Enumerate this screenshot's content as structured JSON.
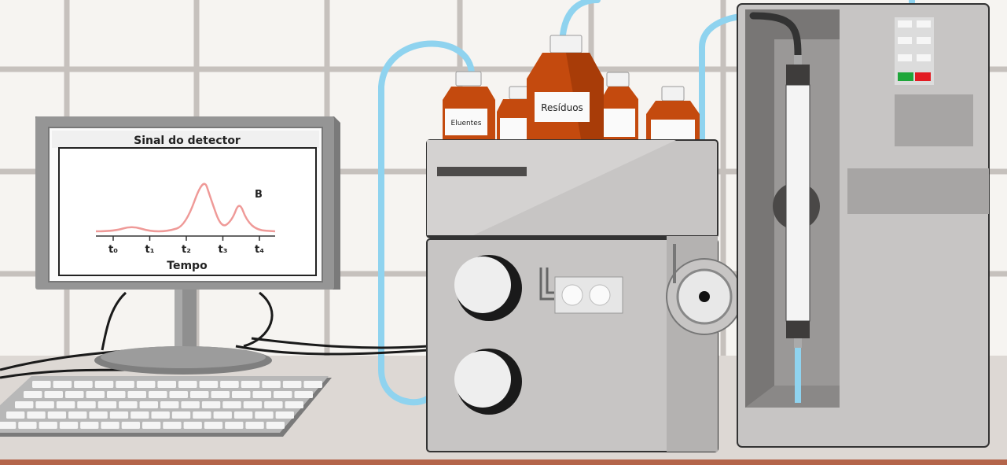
{
  "monitor": {
    "title": "Sinal do detector",
    "peak_label": "B",
    "ticks": [
      "t₀",
      "t₁",
      "t₂",
      "t₃",
      "t₄"
    ],
    "xlabel": "Tempo"
  },
  "bottles": {
    "left": "Eluentes",
    "center": "Resíduos"
  },
  "colors": {
    "wall": "#f6f4f1",
    "tile_line": "#c6c1bd",
    "counter": "#ddd8d4",
    "counter_edge": "#b4654a",
    "tubing": "#8fd3ef",
    "bottle": "#c44a0e",
    "signal": "#ef9a98",
    "indicator_green": "#1fa63a",
    "indicator_red": "#e21b22"
  },
  "chart_data": {
    "type": "line",
    "title": "Sinal do detector",
    "xlabel": "Tempo",
    "ylabel": "",
    "categories": [
      "t₀",
      "t₁",
      "t₂",
      "t₃",
      "t₄"
    ],
    "x": [
      0,
      0.5,
      1,
      1.5,
      2,
      2.5,
      3,
      3.2,
      3.5,
      3.8,
      4,
      4.2,
      4.5,
      5
    ],
    "y": [
      0,
      0,
      0.1,
      0,
      0,
      0.1,
      1.0,
      0.6,
      0.05,
      0.2,
      0.55,
      0.2,
      0.02,
      0
    ],
    "annotations": [
      {
        "label": "B",
        "x": 4
      }
    ]
  }
}
